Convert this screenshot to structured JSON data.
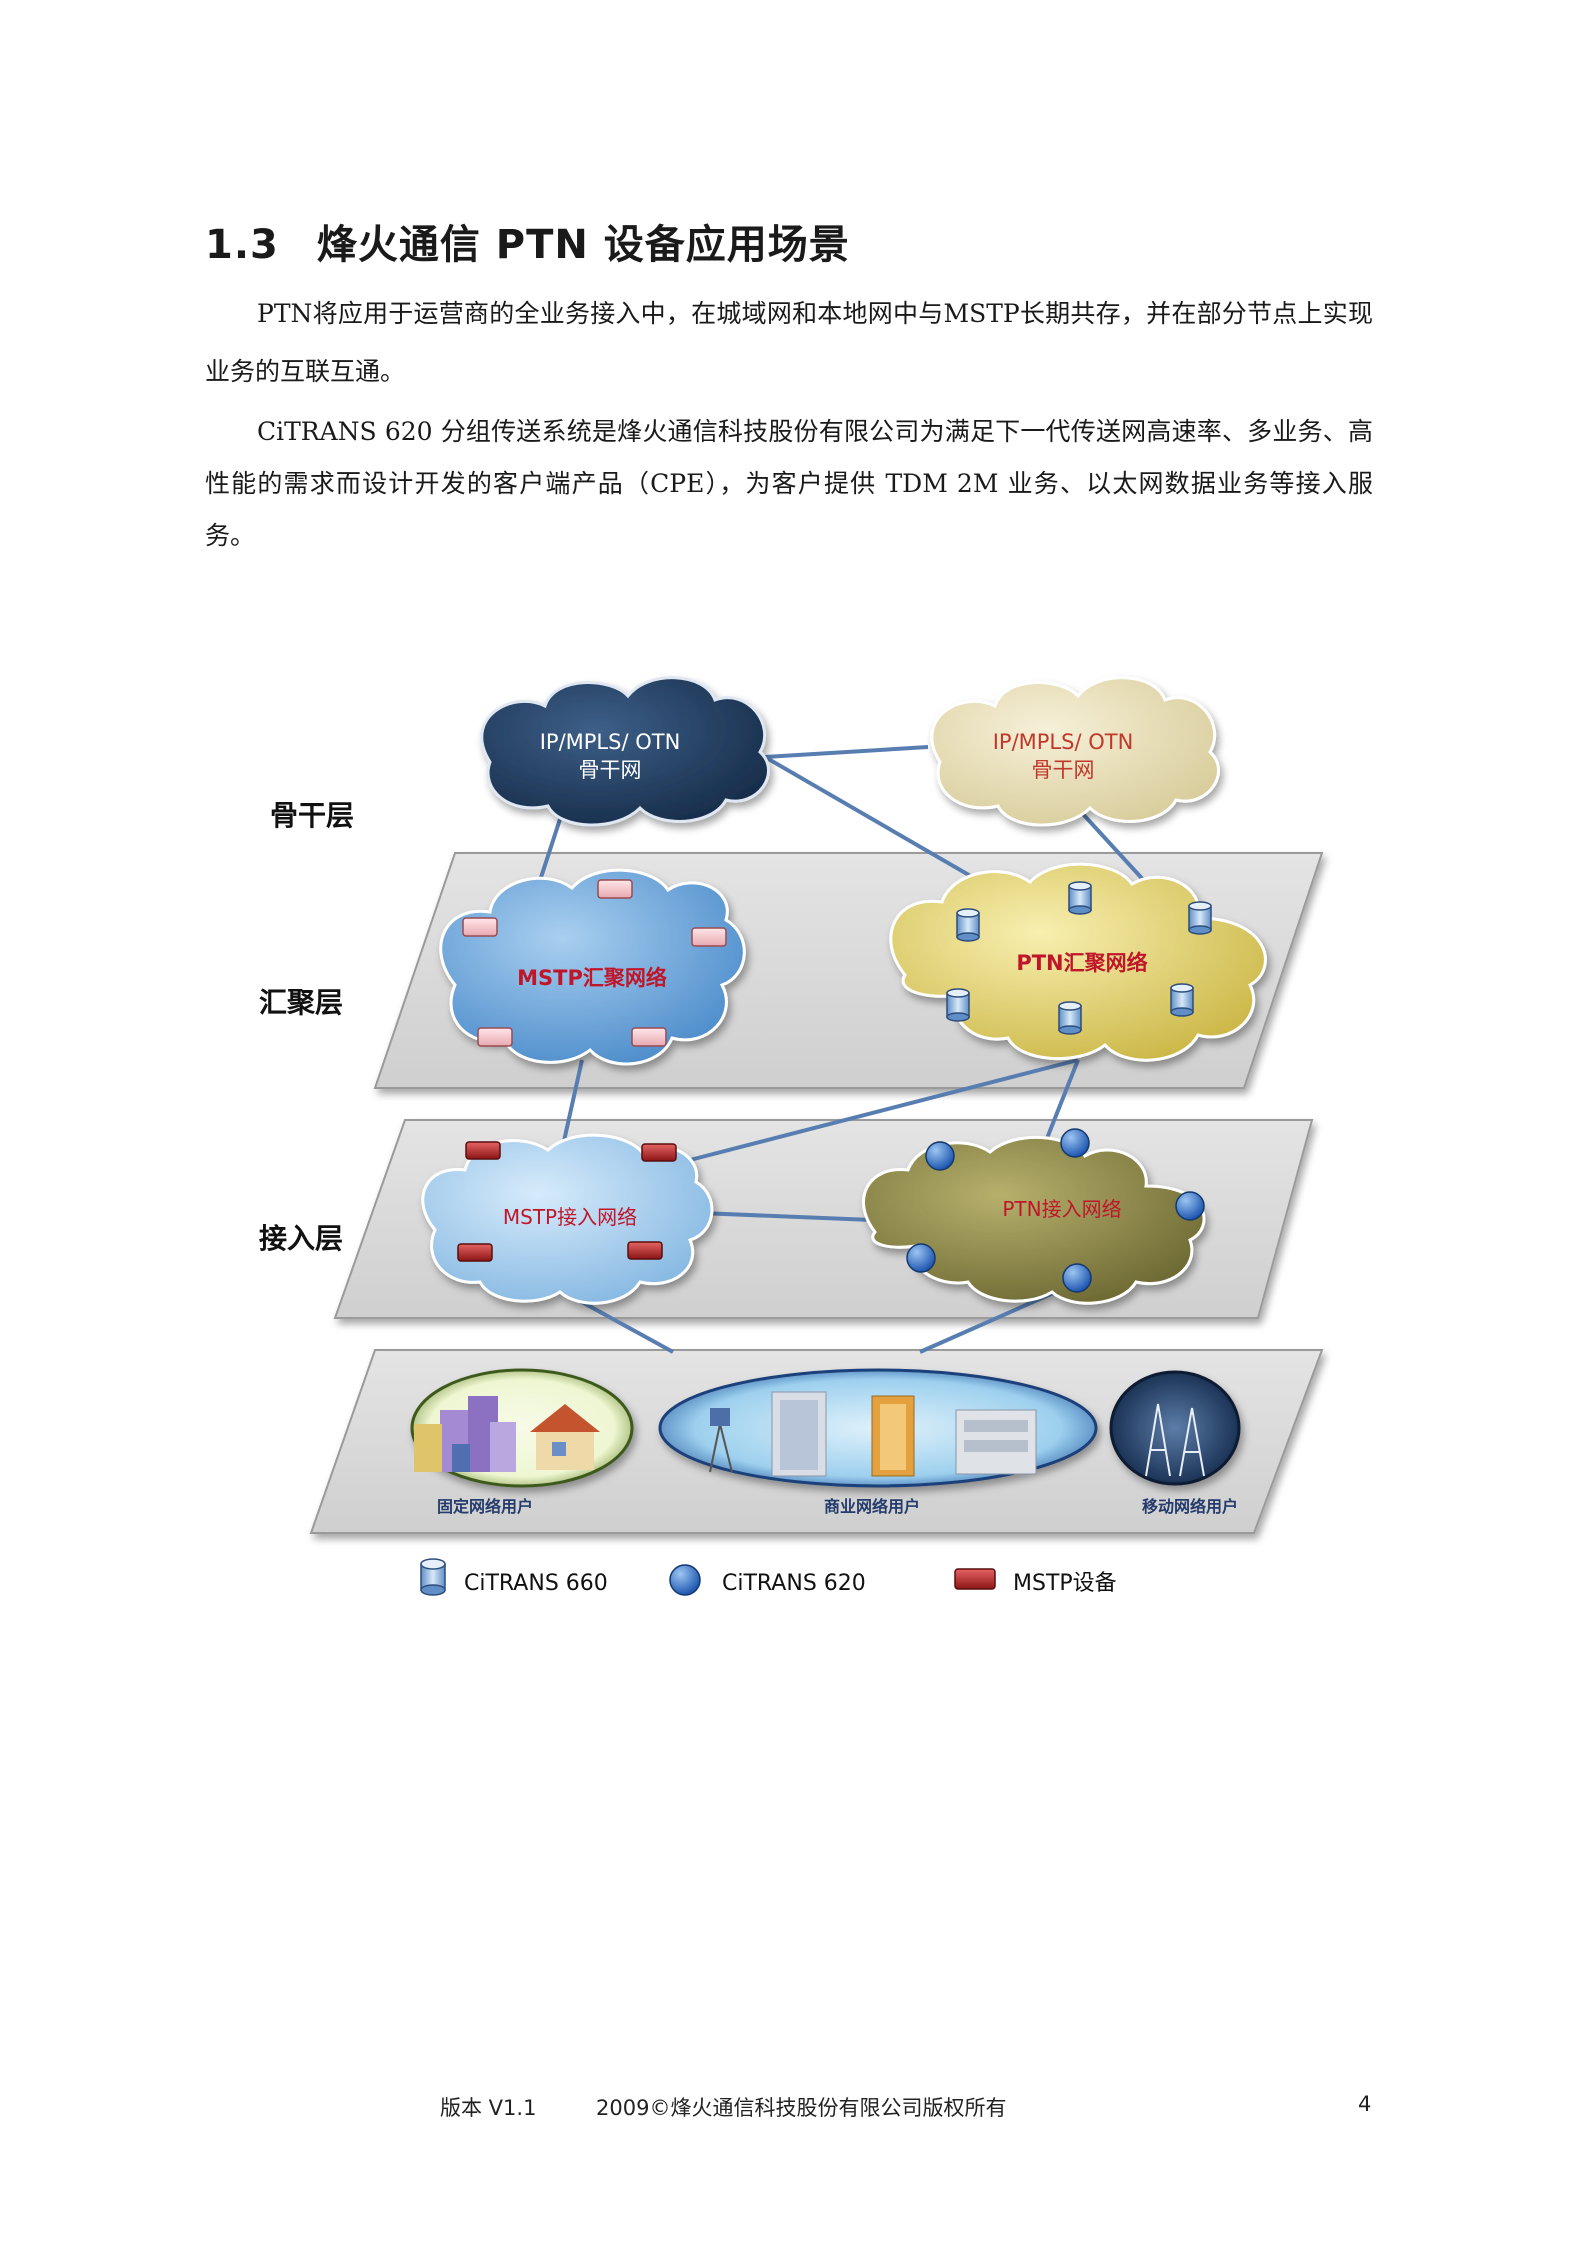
{
  "section": {
    "number": "1.3",
    "title": "烽火通信 PTN 设备应用场景"
  },
  "paragraphs": [
    "PTN将应用于运营商的全业务接入中，在城域网和本地网中与MSTP长期共存，并在部分节点上实现业务的互联互通。",
    "CiTRANS 620 分组传送系统是烽火通信科技股份有限公司为满足下一代传送网高速率、多业务、高性能的需求而设计开发的客户端产品（CPE），为客户提供 TDM 2M 业务、以太网数据业务等接入服务。"
  ],
  "diagram": {
    "layers": {
      "backbone": "骨干层",
      "aggregation": "汇聚层",
      "access": "接入层"
    },
    "clouds": {
      "backbone_left": {
        "line1": "IP/MPLS/ OTN",
        "line2": "骨干网",
        "color": "#1f3a5c"
      },
      "backbone_right": {
        "line1": "IP/MPLS/ OTN",
        "line2": "骨干网",
        "color": "#e6dcb3"
      },
      "agg_mstp": {
        "label": "MSTP汇聚网络",
        "color": "#6ea6d8"
      },
      "agg_ptn": {
        "label": "PTN汇聚网络",
        "color": "#e8d878"
      },
      "acc_mstp": {
        "label": "MSTP接入网络",
        "color": "#a9cdec"
      },
      "acc_ptn": {
        "label": "PTN接入网络",
        "color": "#8d874a"
      }
    },
    "users": {
      "fixed": "固定网络用户",
      "business": "商业网络用户",
      "mobile": "移动网络用户"
    },
    "legend": [
      {
        "icon": "cylinder-icon",
        "label": "CiTRANS 660"
      },
      {
        "icon": "sphere-icon",
        "label": "CiTRANS 620"
      },
      {
        "icon": "mstp-device-icon",
        "label": "MSTP设备"
      }
    ]
  },
  "footer": {
    "version": "版本 V1.1",
    "copyright": "2009©烽火通信科技股份有限公司版权所有",
    "page": "4"
  }
}
